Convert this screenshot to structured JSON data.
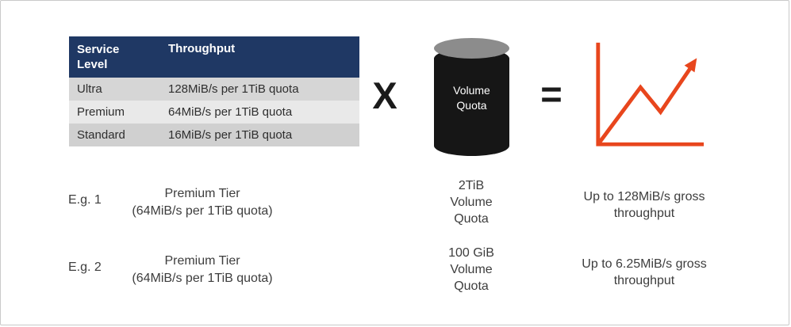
{
  "table": {
    "headers": [
      "Service Level",
      "Throughput"
    ],
    "rows": [
      {
        "level": "Ultra",
        "throughput": "128MiB/s per 1TiB quota"
      },
      {
        "level": "Premium",
        "throughput": "64MiB/s per 1TiB quota"
      },
      {
        "level": "Standard",
        "throughput": "16MiB/s per 1TiB quota"
      }
    ]
  },
  "operators": {
    "multiply": "X",
    "equals": "="
  },
  "volume_cylinder": {
    "label": "Volume Quota"
  },
  "examples": [
    {
      "label": "E.g. 1",
      "tier": "Premium Tier",
      "tier_detail": "(64MiB/s per 1TiB quota)",
      "quota": "2TiB Volume Quota",
      "result": "Up to 128MiB/s gross throughput"
    },
    {
      "label": "E.g. 2",
      "tier": "Premium Tier",
      "tier_detail": "(64MiB/s per 1TiB quota)",
      "quota": "100 GiB Volume Quota",
      "result": "Up to 6.25MiB/s gross throughput"
    }
  ],
  "icons": {
    "volume": "volume-quota-cylinder-icon",
    "throughput": "growth-chart-icon"
  },
  "colors": {
    "table_header_bg": "#1F3864",
    "table_header_text": "#FFFFFF",
    "row_band_a": "#D6D6D6",
    "row_band_b": "#E9E9E9",
    "row_band_c": "#D0D0D0",
    "chart_accent": "#E8461D",
    "cylinder_body": "#161616",
    "cylinder_top": "#8C8C8C"
  }
}
